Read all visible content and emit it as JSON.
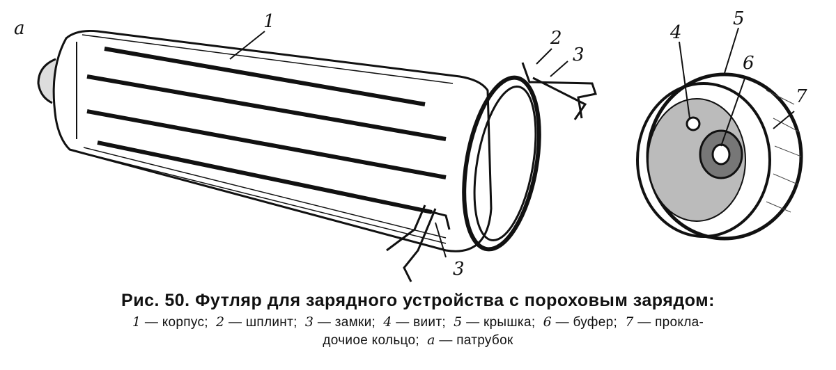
{
  "figure": {
    "labels": {
      "a": "a",
      "n1": "1",
      "n2": "2",
      "n3_top": "3",
      "n3_bottom": "3",
      "n4": "4",
      "n5": "5",
      "n6": "6",
      "n7": "7"
    },
    "caption_title": "Рис. 50. Футляр для зарядного устройства с пороховым зарядом:",
    "legend": [
      {
        "num": "1",
        "text": "— корпус;"
      },
      {
        "num": "2",
        "text": "— шплинт;"
      },
      {
        "num": "3",
        "text": "— замки;"
      },
      {
        "num": "4",
        "text": "— виит;"
      },
      {
        "num": "5",
        "text": "— крышка;"
      },
      {
        "num": "6",
        "text": "— буфер;"
      },
      {
        "num": "7",
        "text": "— прокла-"
      }
    ],
    "legend_line2": [
      {
        "num": "",
        "text": "дочиое кольцо;"
      },
      {
        "num": "a",
        "text": "— патрубок"
      }
    ]
  }
}
